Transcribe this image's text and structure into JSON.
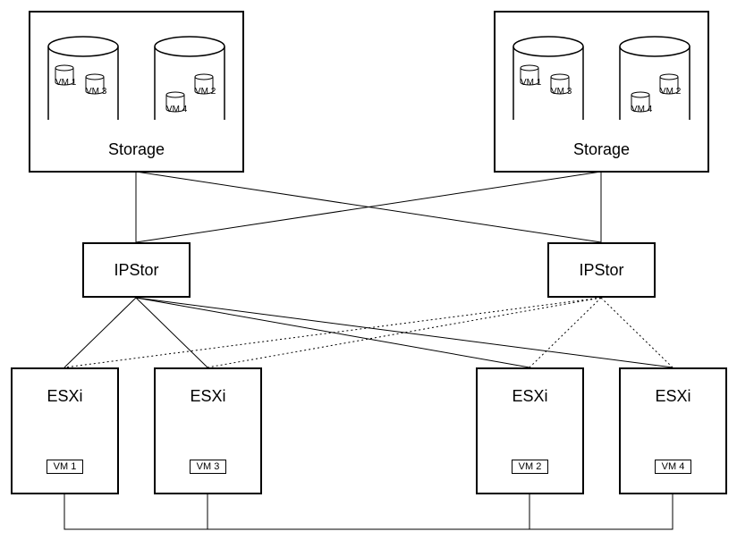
{
  "storage": [
    {
      "label": "Storage",
      "disks": [
        [
          "VM 1",
          "VM 3"
        ],
        [
          "VM 4",
          "VM 2"
        ]
      ]
    },
    {
      "label": "Storage",
      "disks": [
        [
          "VM 1",
          "VM 3"
        ],
        [
          "VM 4",
          "VM 2"
        ]
      ]
    }
  ],
  "ipstor": [
    {
      "label": "IPStor"
    },
    {
      "label": "IPStor"
    }
  ],
  "esxi": [
    {
      "label": "ESXi",
      "vm": "VM 1"
    },
    {
      "label": "ESXi",
      "vm": "VM 3"
    },
    {
      "label": "ESXi",
      "vm": "VM 2"
    },
    {
      "label": "ESXi",
      "vm": "VM 4"
    }
  ]
}
